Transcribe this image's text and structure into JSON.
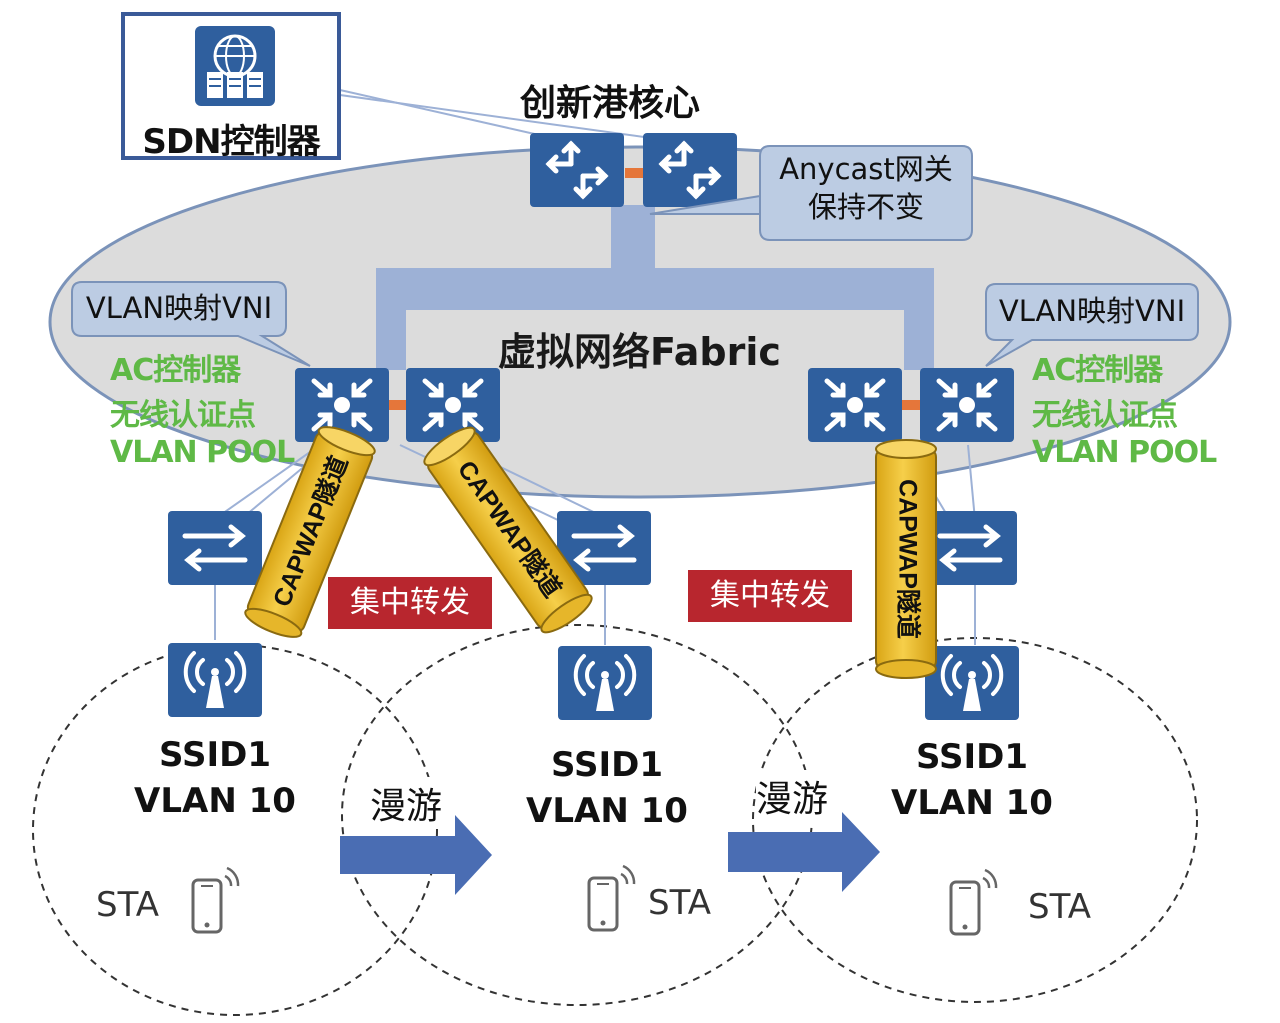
{
  "sdn_controller": {
    "label": "SDN控制器",
    "icon": "server-globe-icon"
  },
  "core": {
    "title": "创新港核心",
    "icon": "core-router-icon"
  },
  "anycast_callout": {
    "line1": "Anycast网关",
    "line2": "保持不变"
  },
  "fabric": {
    "label": "虚拟网络Fabric"
  },
  "left_callout": {
    "text": "VLAN映射VNI"
  },
  "right_callout": {
    "text": "VLAN映射VNI"
  },
  "left_features": [
    "AC控制器",
    "无线认证点",
    "VLAN POOL"
  ],
  "right_features": [
    "AC控制器",
    "无线认证点",
    "VLAN POOL"
  ],
  "tunnel_label": "CAPWAP隧道",
  "forwarding_label": "集中转发",
  "roaming_label": "漫游",
  "aps": [
    {
      "ssid": "SSID1",
      "vlan": "VLAN 10",
      "sta": "STA"
    },
    {
      "ssid": "SSID1",
      "vlan": "VLAN 10",
      "sta": "STA"
    },
    {
      "ssid": "SSID1",
      "vlan": "VLAN 10",
      "sta": "STA"
    }
  ],
  "colors": {
    "device_blue": "#2f5f9e",
    "link_blue": "#9db1d6",
    "link_orange": "#e5763a",
    "tunnel_yellow": "#f4c233",
    "fabric_gray": "#dcdcdc",
    "callout_fill": "#bccce3",
    "feature_green": "#5fb946",
    "forward_red": "#b8262e",
    "arrow_blue": "#4a6db3"
  }
}
